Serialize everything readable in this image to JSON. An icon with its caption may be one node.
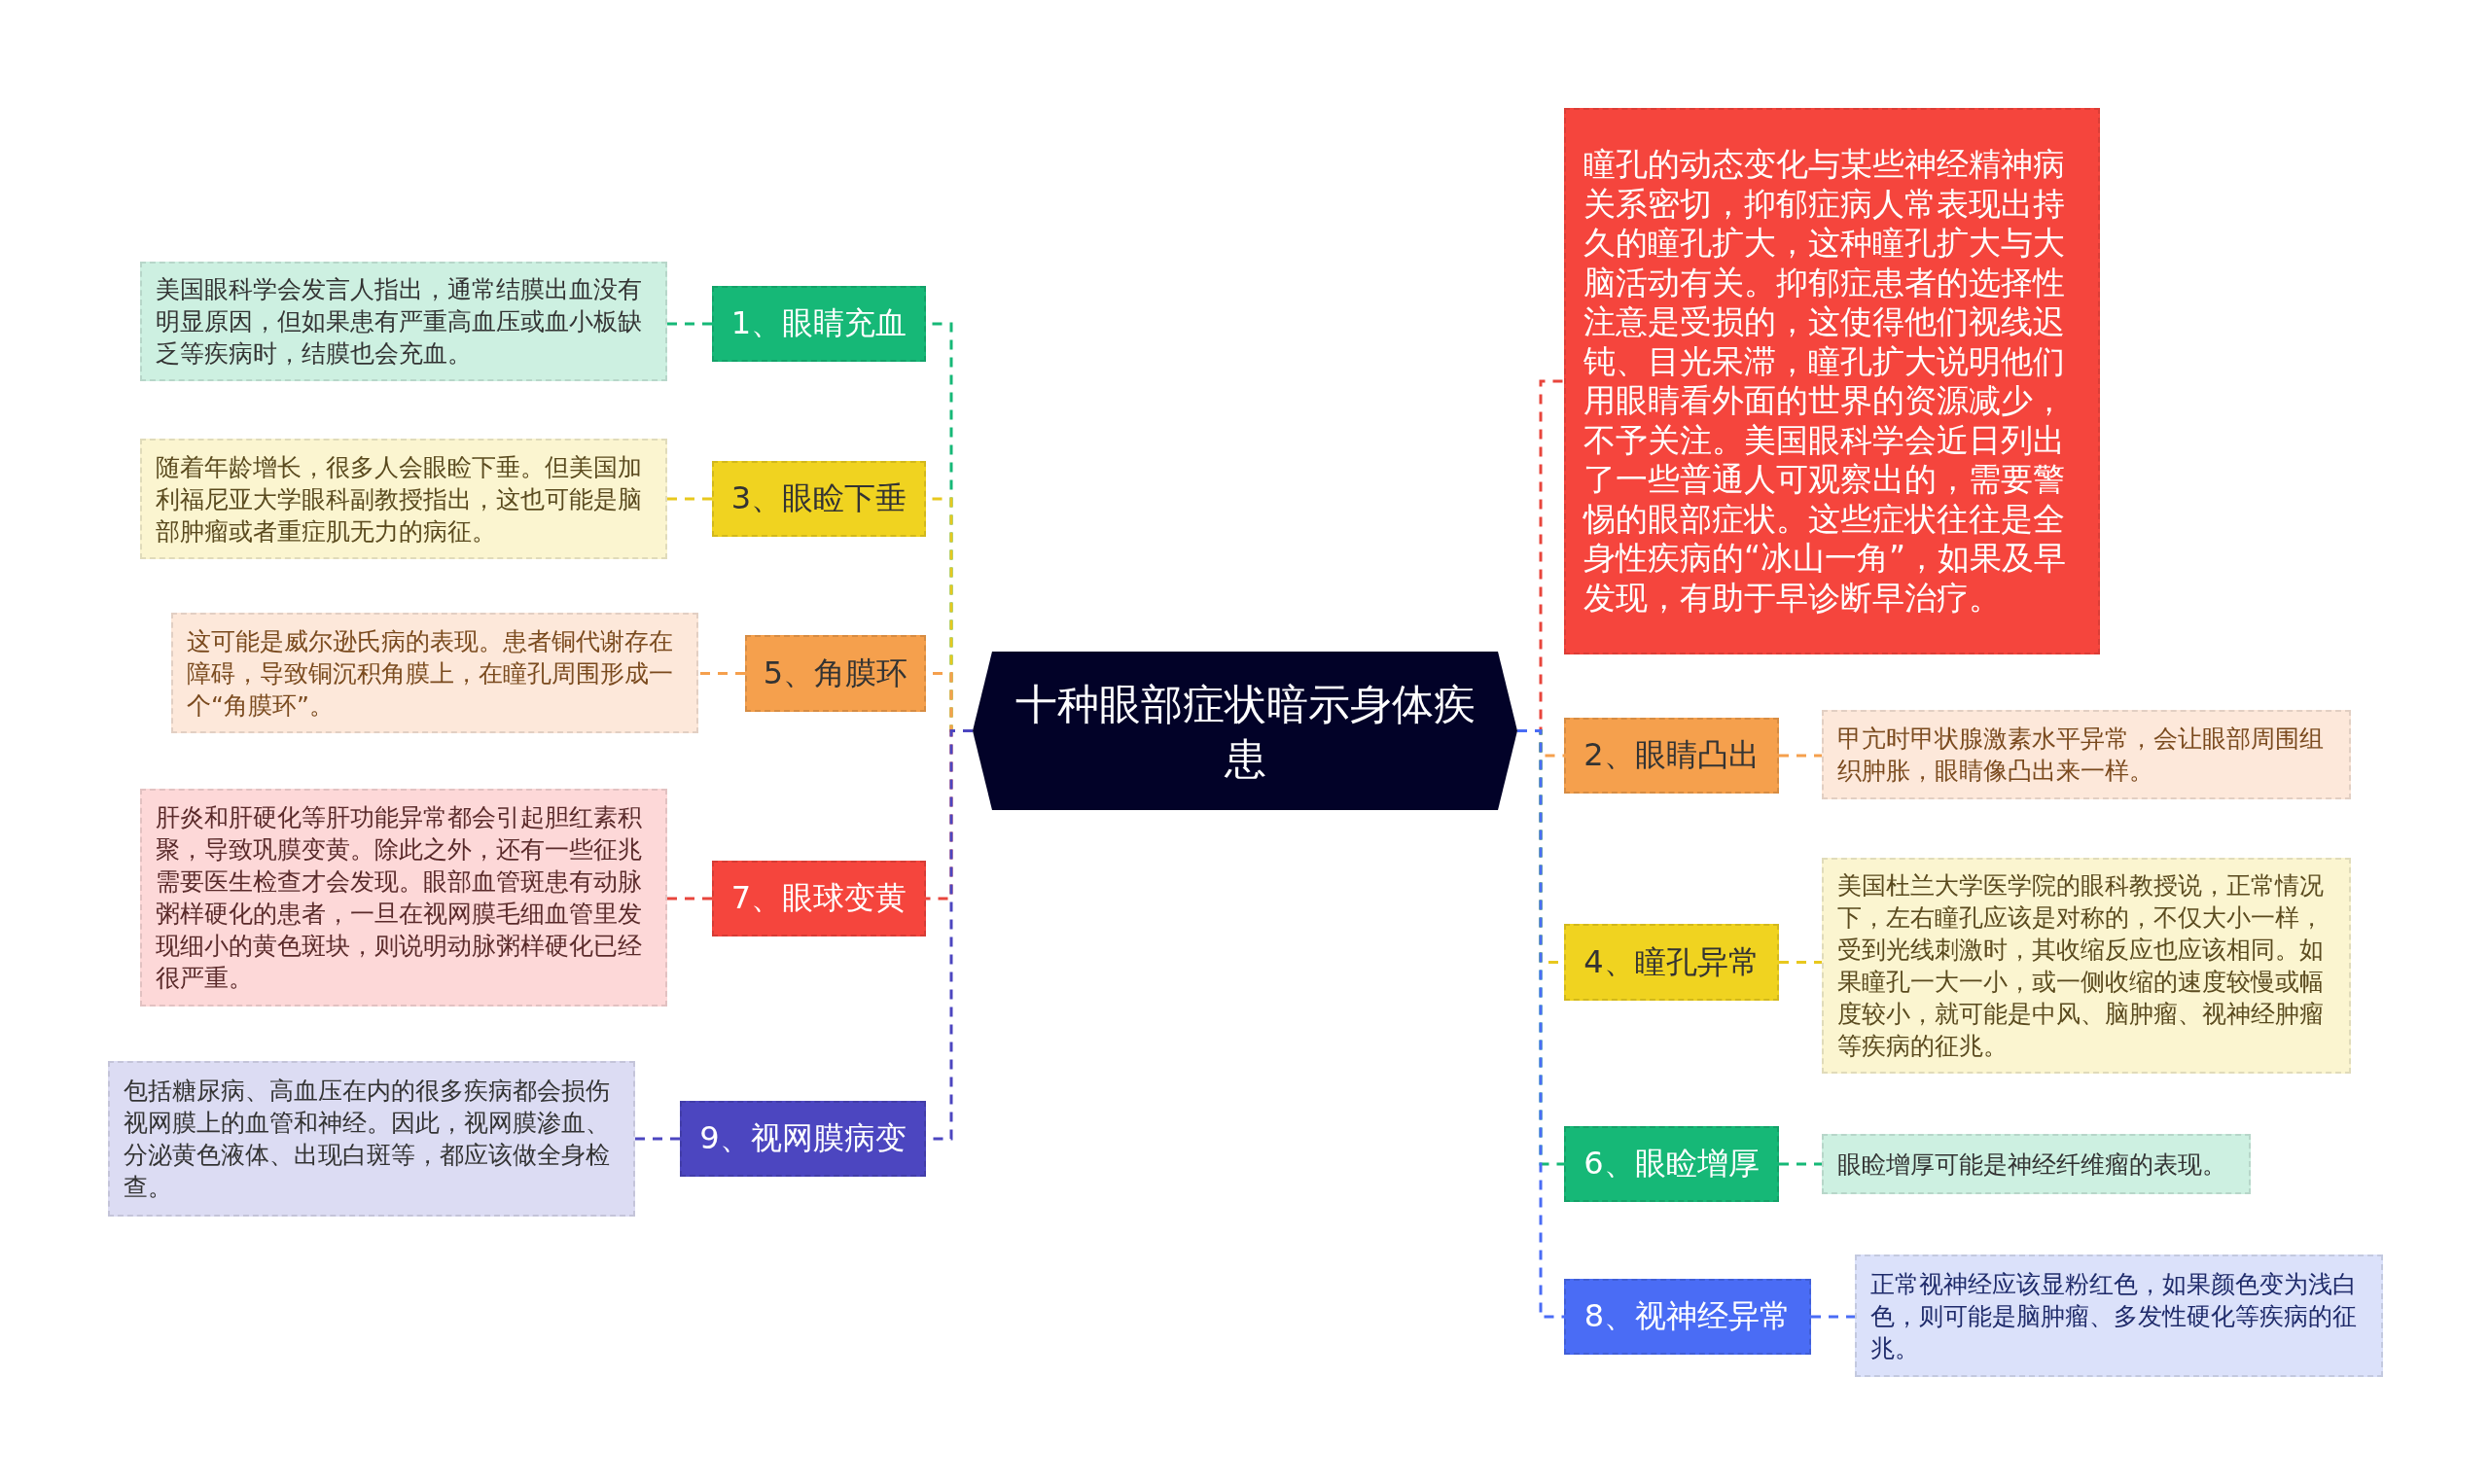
{
  "diagram": {
    "nodes": [
      {
        "text": [
          "十种眼部症状暗示身体疾患"
        ]
      },
      {
        "text": [
          "1、眼睛充血"
        ]
      },
      {
        "text": [
          "美国眼科学会发言人指出，通常结膜出血没有明显原因，但如果患有严重高血压或血小板缺乏等疾病时，结膜也会充血。"
        ]
      },
      {
        "text": [
          "2、眼睛凸出"
        ]
      },
      {
        "text": [
          "甲亢时甲状腺激素水平异常，会让眼部周围组织肿胀，眼睛像凸出来一样。"
        ]
      },
      {
        "text": [
          "3、眼睑下垂"
        ]
      },
      {
        "text": [
          "随着年龄增长，很多人会眼睑下垂。但美国加利福尼亚大学眼科副教授指出，这也可能是脑部肿瘤或者重症肌无力的病征。"
        ]
      },
      {
        "text": [
          "4、瞳孔异常"
        ]
      },
      {
        "text": [
          "美国杜兰大学医学院的眼科教授说，正常情况下，左右瞳孔应该是对称的，不仅大小一样，受到光线刺激时，其收缩反应也应该相同。如果瞳孔一大一小，或一侧收缩的速度较慢或幅度较小，就可能是中风、脑肿瘤、视神经肿瘤等疾病的征兆。"
        ]
      },
      {
        "text": [
          "5、角膜环"
        ]
      },
      {
        "text": [
          "这可能是威尔逊氏病的表现。患者铜代谢存在障碍，导致铜沉积角膜上，在瞳孔周围形成一个“角膜环”。"
        ]
      },
      {
        "text": [
          "6、眼睑增厚"
        ]
      },
      {
        "text": [
          "眼睑增厚可能是神经纤维瘤的表现。"
        ]
      },
      {
        "text": [
          "7、眼球变黄"
        ]
      },
      {
        "text": [
          "肝炎和肝硬化等肝功能异常都会引起胆红素积聚，导致巩膜变黄。除此之外，还有一些征兆需要医生检查才会发现。眼部血管斑患有动脉粥样硬化的患者，一旦在视网膜毛细血管里发现细小的黄色斑块，则说明动脉粥样硬化已经很严重。"
        ]
      },
      {
        "text": [
          "8、视神经异常"
        ]
      },
      {
        "text": [
          "正常视神经应该显粉红色，如果颜色变为浅白色，则可能是脑肿瘤、多发性硬化等疾病的征兆。"
        ]
      },
      {
        "text": [
          "9、视网膜病变"
        ]
      },
      {
        "text": [
          "包括糖尿病、高血压在内的很多疾病都会损伤视网膜上的血管和神经。因此，视网膜渗血、分泌黄色液体、出现白斑等，都应该做全身检查。"
        ]
      },
      {
        "text": [
          "瞳孔的动态变化与某些神经精神病关系密切，抑郁症病人常表现出持久的瞳孔扩大，这种瞳孔扩大与大脑活动有关。抑郁症患者的选择性注意是受损的，这使得他们视线迟钝、目光呆滞，瞳孔扩大说明他们用眼睛看外面的世界的资源减少，不予关注。美国眼科学会近日列出了一些普通人可观察出的，需要警惕的眼部症状。这些症状往往是全身性疾病的“冰山一角”，如果及早发现，有助于早诊断早治疗。"
        ]
      }
    ],
    "edges": [
      {
        "from": 0,
        "to": 19,
        "arrow": "none",
        "style": "dashed",
        "color": "#e8453c"
      },
      {
        "from": 0,
        "to": 1,
        "arrow": "none",
        "style": "dashed",
        "color": "#16b877"
      },
      {
        "from": 1,
        "to": 2,
        "arrow": "none",
        "style": "dashed",
        "color": "#16b877"
      },
      {
        "from": 0,
        "to": 3,
        "arrow": "none",
        "style": "dashed",
        "color": "#f5a04d"
      },
      {
        "from": 3,
        "to": 4,
        "arrow": "none",
        "style": "dashed",
        "color": "#f5a04d"
      },
      {
        "from": 0,
        "to": 5,
        "arrow": "none",
        "style": "dashed",
        "color": "#e8c81e"
      },
      {
        "from": 5,
        "to": 6,
        "arrow": "none",
        "style": "dashed",
        "color": "#e8c81e"
      },
      {
        "from": 0,
        "to": 7,
        "arrow": "none",
        "style": "dashed",
        "color": "#e8c81e"
      },
      {
        "from": 7,
        "to": 8,
        "arrow": "none",
        "style": "dashed",
        "color": "#e8c81e"
      },
      {
        "from": 0,
        "to": 9,
        "arrow": "none",
        "style": "dashed",
        "color": "#f5a04d"
      },
      {
        "from": 9,
        "to": 10,
        "arrow": "none",
        "style": "dashed",
        "color": "#f5a04d"
      },
      {
        "from": 0,
        "to": 11,
        "arrow": "none",
        "style": "dashed",
        "color": "#16b877"
      },
      {
        "from": 11,
        "to": 12,
        "arrow": "none",
        "style": "dashed",
        "color": "#16b877"
      },
      {
        "from": 0,
        "to": 13,
        "arrow": "none",
        "style": "dashed",
        "color": "#e8453c"
      },
      {
        "from": 13,
        "to": 14,
        "arrow": "none",
        "style": "dashed",
        "color": "#e8453c"
      },
      {
        "from": 0,
        "to": 15,
        "arrow": "none",
        "style": "dashed",
        "color": "#4a6cf5"
      },
      {
        "from": 15,
        "to": 16,
        "arrow": "none",
        "style": "dashed",
        "color": "#4a6cf5"
      },
      {
        "from": 0,
        "to": 17,
        "arrow": "none",
        "style": "dashed",
        "color": "#4c46c0"
      },
      {
        "from": 17,
        "to": 18,
        "arrow": "none",
        "style": "dashed",
        "color": "#4c46c0"
      }
    ]
  }
}
